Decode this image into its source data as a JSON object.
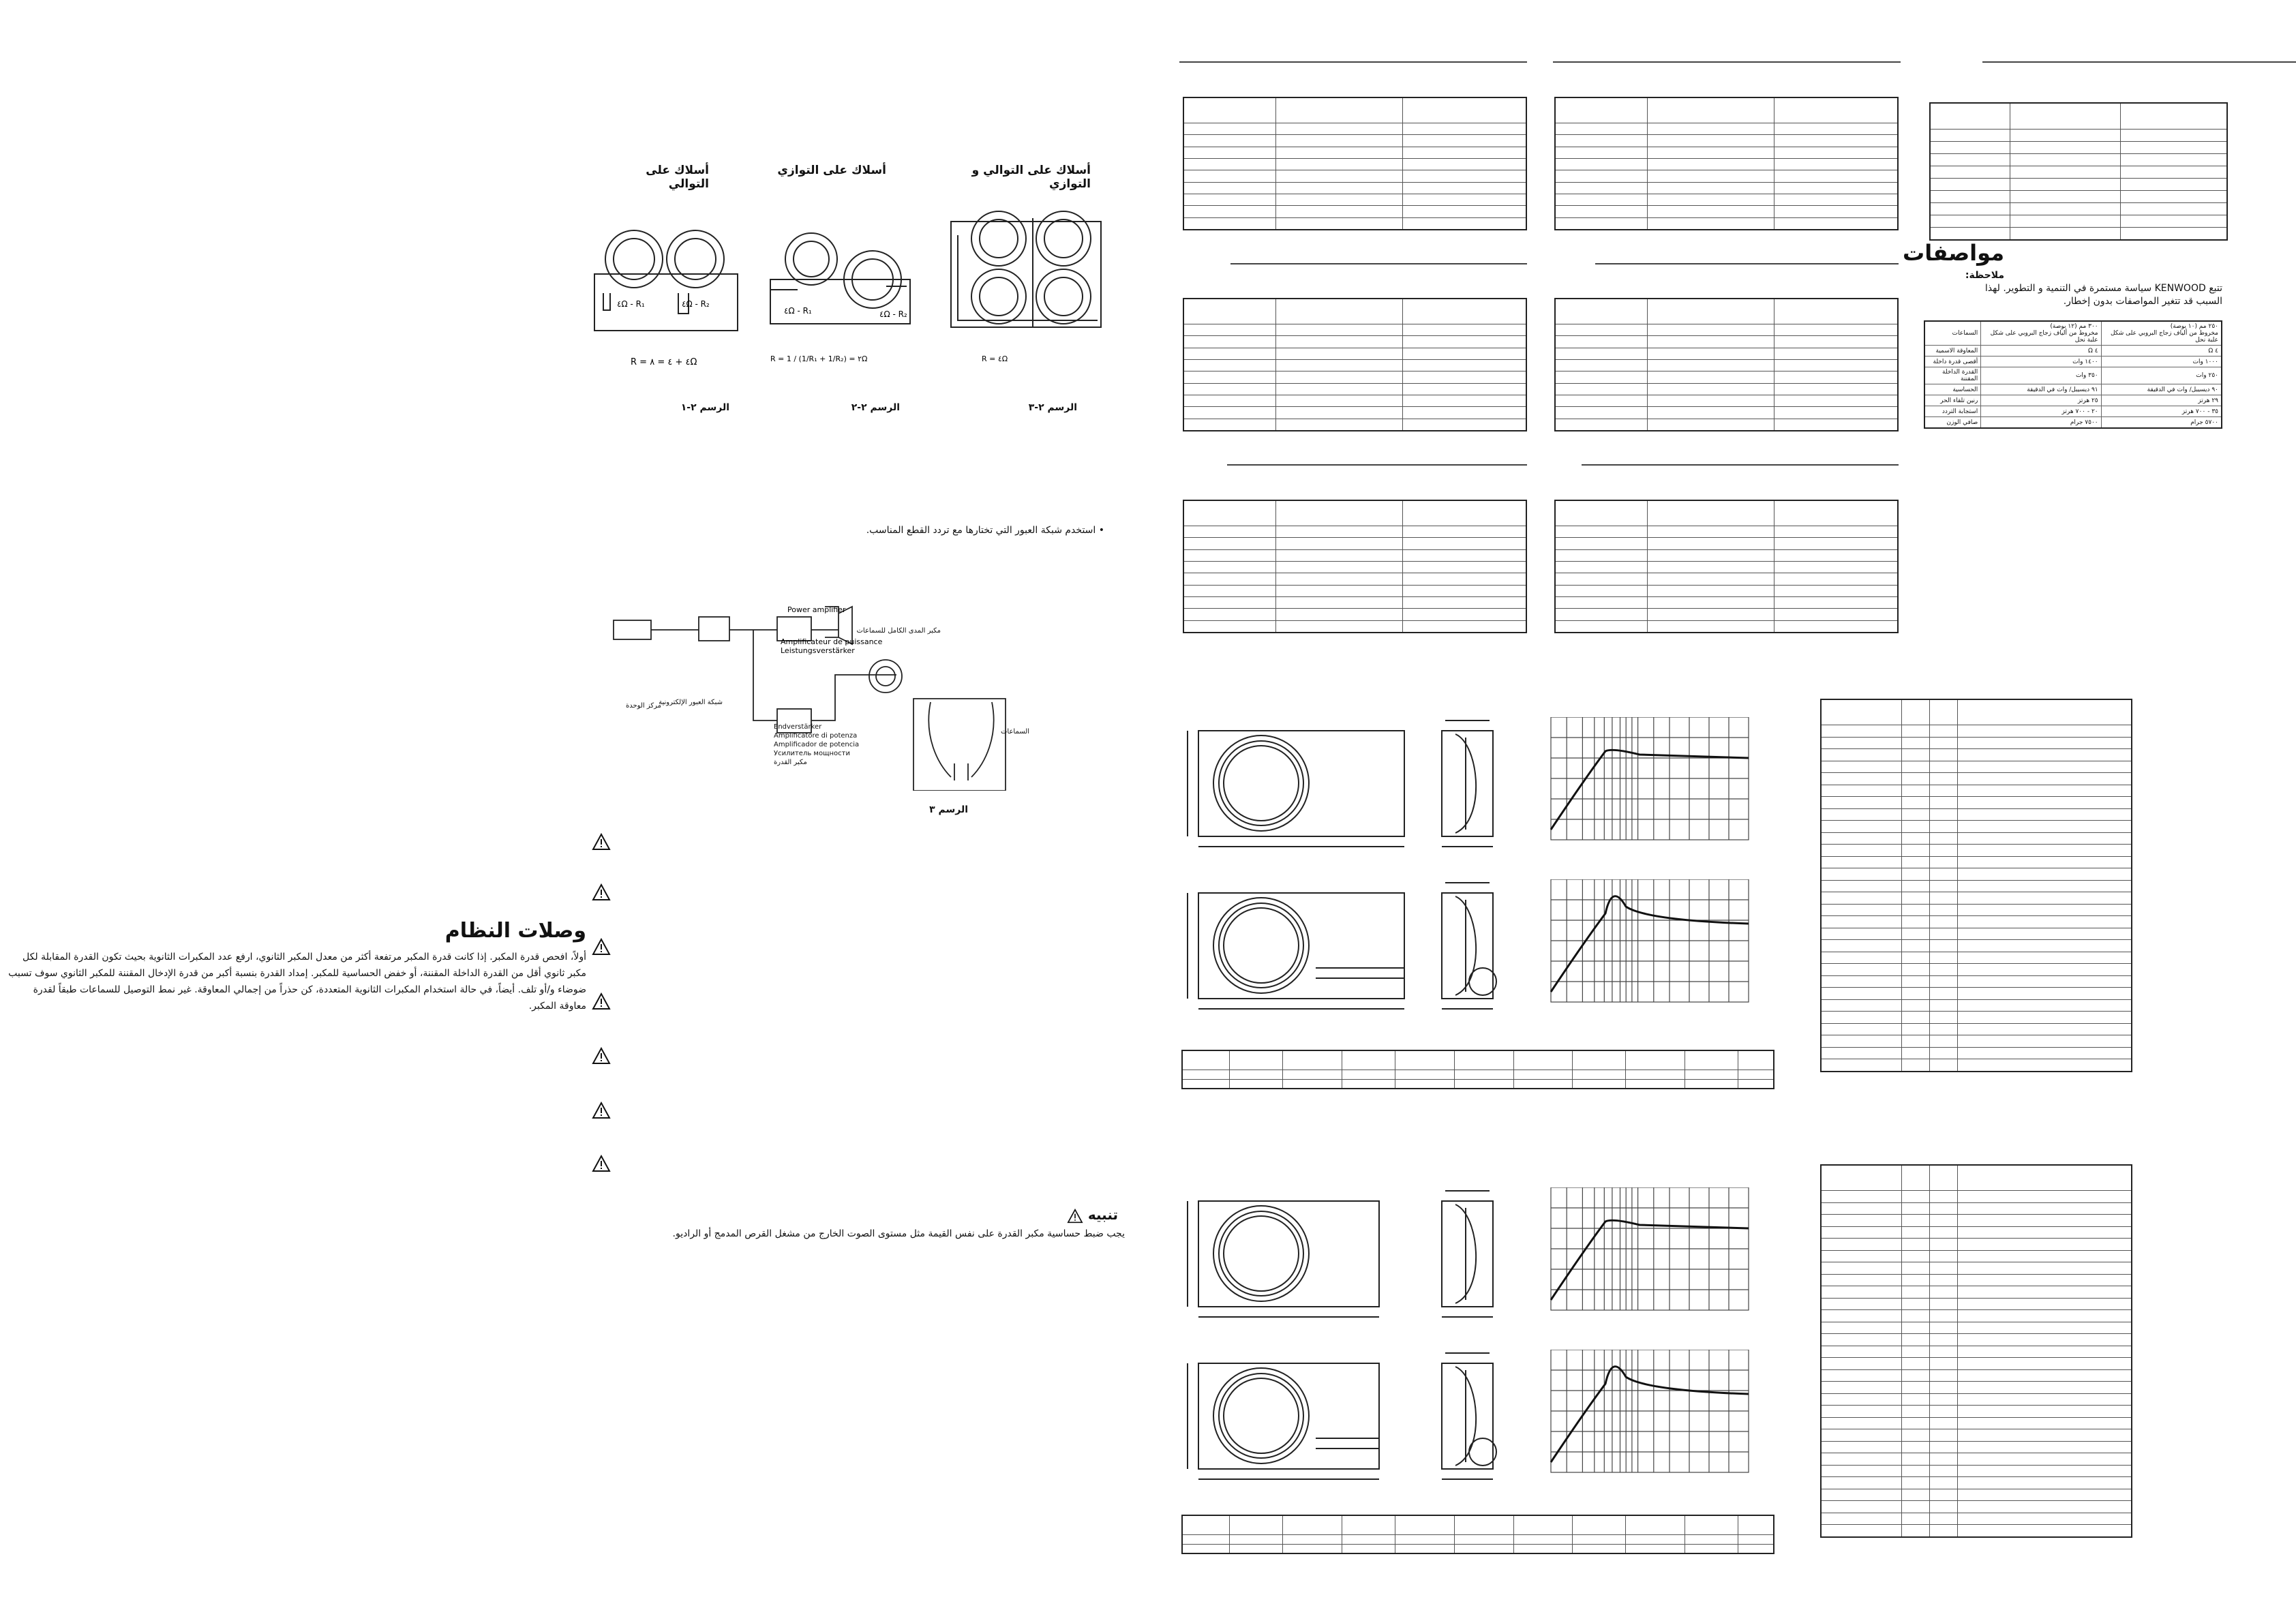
{
  "wiring": {
    "series_title": "أسلاك على التوالي",
    "parallel_title": "أسلاك على التوازي",
    "series_parallel_title": "أسلاك على التوالي و التوازي",
    "fig1_caption": "الرسم ٢-١",
    "fig2_caption": "الرسم ٢-٢",
    "fig3_caption": "الرسم ٢-٣",
    "r1_label": "٤Ω - R₁",
    "r2_label": "٤Ω - R₂",
    "series_formula": "R = ٤ + ٤ = ٨Ω",
    "parallel_formula": "R = 1 / (1/R₁ + 1/R₂) = ٢Ω",
    "sp_formula": "R = ٤Ω",
    "ohm4": "٤Ω"
  },
  "crossover_note": "• استخدم شبكة العبور التي تختارها مع تردد القطع المناسب.",
  "system_diagram": {
    "power_amp_en": "Power amplifier",
    "power_amp_fr": "Amplificateur de puissance",
    "power_amp_de": "Leistungsverstärker",
    "full_range_ar": "مكبر المدى الكامل للسماعات",
    "center_unit_ar": "مركز الوحدة",
    "crossover_ar": "شبكة العبور الإلكترونية",
    "speakers_ar": "السماعات",
    "endstufe_lines": [
      "Endverstärker",
      "Amplificatore di potenza",
      "Amplificador de potencia",
      "Усилитель мощности",
      "مكبر القدرة"
    ],
    "fig_caption": "الرسم ٣"
  },
  "system_connections": {
    "heading": "وصلات النظام",
    "body": "أولاً، افحص قدرة المكبر. إذا كانت قدرة المكبر مرتفعة أكثر من معدل المكبر الثانوي، ارفع عدد المكبرات الثانوية بحيث تكون القدرة المقابلة لكل مكبر ثانوي أقل من القدرة الداخلة المقننة، أو خفض الحساسية للمكبر. إمداد القدرة بنسبة أكبر من قدرة الإدخال المقننة للمكبر الثانوي سوف تسبب ضوضاء و/أو تلف. أيضاً، في حالة استخدام المكبرات الثانوية المتعددة، كن حذراً من إجمالي المعاوقة. غير نمط التوصيل للسماعات طبقاً لقدرة معاوقة المكبر."
  },
  "caution": {
    "heading": "تنبيه",
    "body": "يجب ضبط حساسية مكبر القدرة على نفس القيمة مثل مستوى الصوت الخارج من مشغل القرص المدمج أو الراديو."
  },
  "specs": {
    "heading": "مواصفات",
    "note_label": "ملاحظة:",
    "note_line1": "تتبع KENWOOD سياسة مستمرة في التنمية و التطوير. لهذا",
    "note_line2": "السبب قد تتغير المواصفات بدون إخطار.",
    "rows": [
      {
        "label": "السماعات",
        "a": "٣٠٠ مم (١٢ بوصة)\nمخروط من ألياف زجاج البروبي على شكل علبة نحل",
        "b": "٢٥٠ مم (١٠ بوصة)\nمخروط من ألياف زجاج البروبي على شكل علبة نحل"
      },
      {
        "label": "المعاوقة الاسمية",
        "a": "٤ Ω",
        "b": "٤ Ω"
      },
      {
        "label": "أقصى قدرة داخلة",
        "a": "١٤٠٠ وات",
        "b": "١٠٠٠ وات"
      },
      {
        "label": "القدرة الداخلة المقننة",
        "a": "٣٥٠ وات",
        "b": "٢٥٠ وات"
      },
      {
        "label": "الحساسية",
        "a": "٩١ ديسيبل/ وات في الدقيقة",
        "b": "٩٠ ديسيبل/ وات في الدقيقة"
      },
      {
        "label": "رنين تلقاء الحر",
        "a": "٢٥ هرتز",
        "b": "٢٩ هرتز"
      },
      {
        "label": "استجابة التردد",
        "a": "٢٠ - ٧٠٠ هرتز",
        "b": "٣٥ - ٧٠٠ هرتز"
      },
      {
        "label": "صافي الوزن",
        "a": "٧٥٠٠ جرام",
        "b": "٥٧٠٠ جرام"
      }
    ]
  }
}
